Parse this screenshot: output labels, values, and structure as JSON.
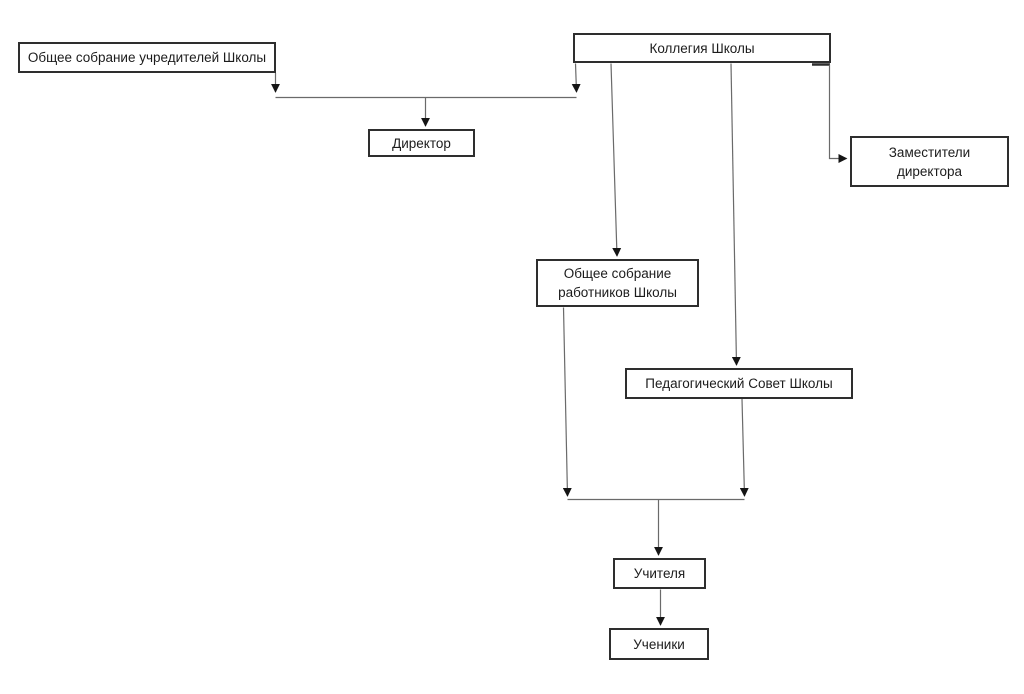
{
  "diagram": {
    "kind": "org-chart",
    "language": "ru",
    "background_color": "#ffffff",
    "box_border_color": "#2e2e2e",
    "line_color": "#6a6a6a",
    "arrow_color": "#151515",
    "text_color": "#1c1c1c",
    "nodes": [
      {
        "id": "founders",
        "label": "Общее собрание учредителей Школы"
      },
      {
        "id": "collegium",
        "label": "Коллегия Школы"
      },
      {
        "id": "director",
        "label": "Директор"
      },
      {
        "id": "deputies",
        "label": "Заместители директора"
      },
      {
        "id": "workers",
        "label": "Общее собрание работников Школы"
      },
      {
        "id": "pedcouncil",
        "label": "Педагогический Совет Школы"
      },
      {
        "id": "teachers",
        "label": "Учителя"
      },
      {
        "id": "students",
        "label": "Ученики"
      }
    ],
    "edges": [
      {
        "from": "founders",
        "to": "director"
      },
      {
        "from": "collegium",
        "to": "director"
      },
      {
        "from": "collegium",
        "to": "workers"
      },
      {
        "from": "collegium",
        "to": "pedcouncil"
      },
      {
        "from": "collegium",
        "to": "deputies"
      },
      {
        "from": "workers",
        "to": "teachers"
      },
      {
        "from": "pedcouncil",
        "to": "teachers"
      },
      {
        "from": "teachers",
        "to": "students"
      }
    ]
  }
}
